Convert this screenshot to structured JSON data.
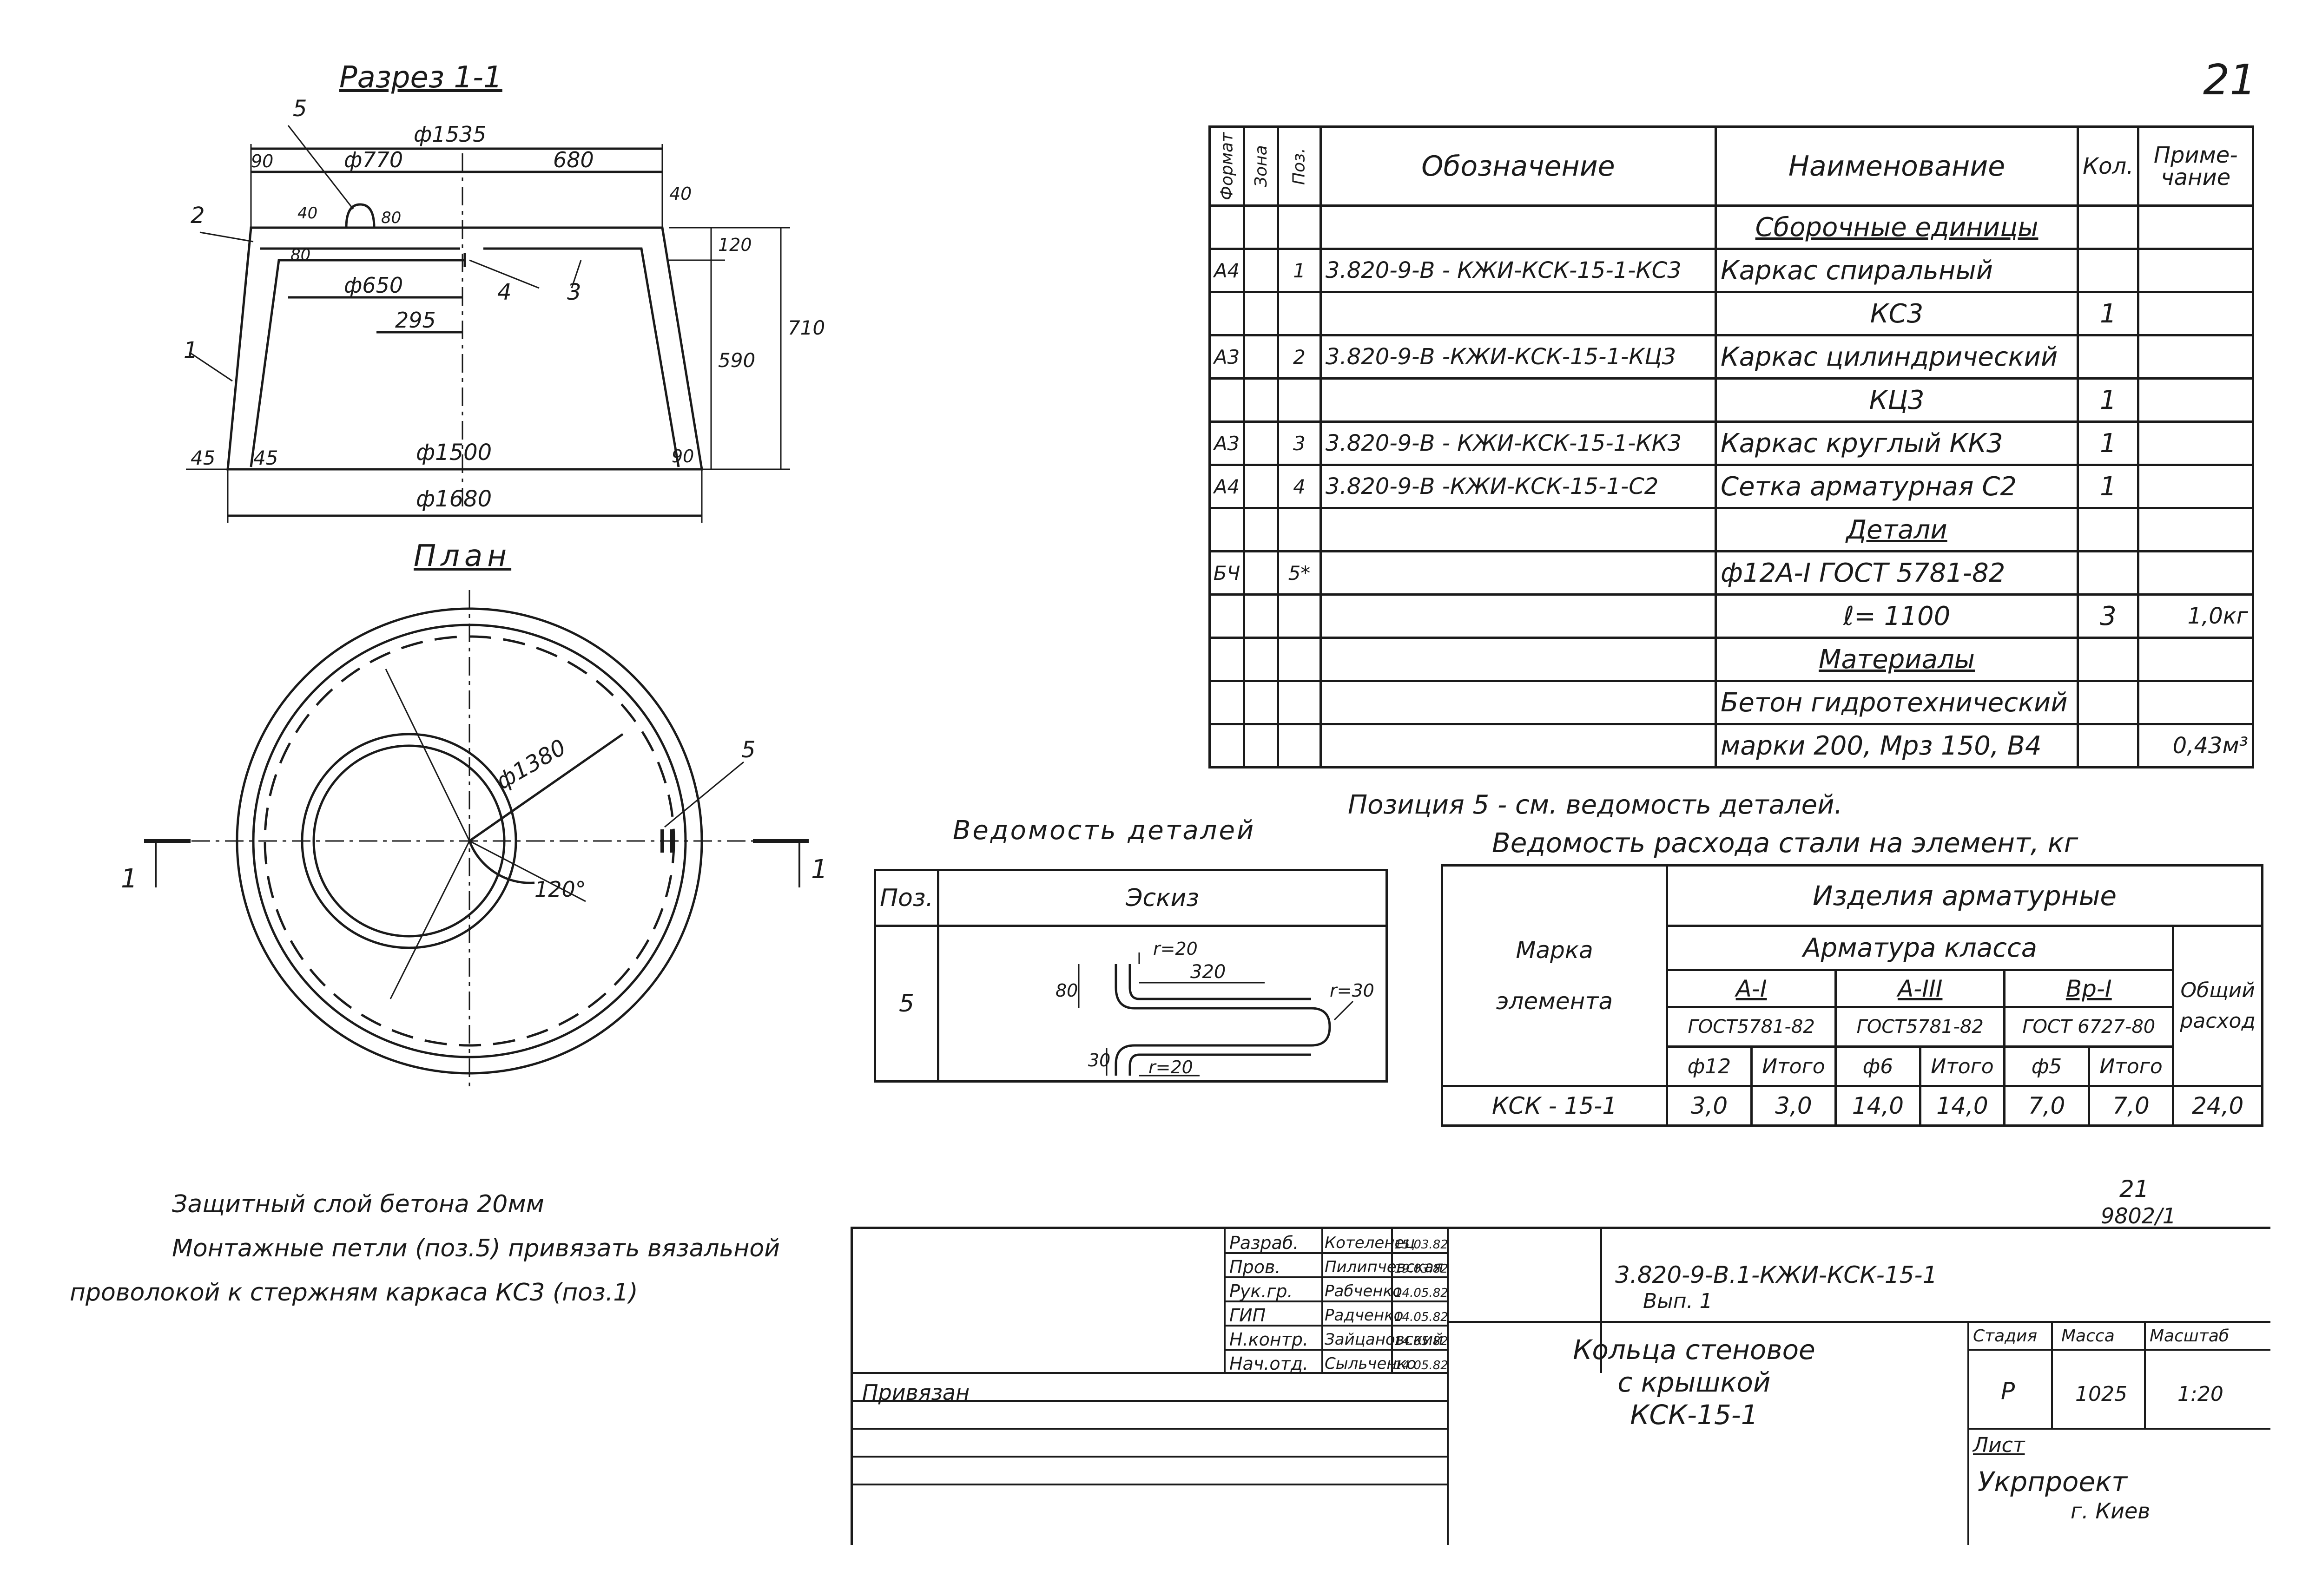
{
  "sheet_number": "21",
  "section": {
    "title": "Разрез 1-1",
    "dims": {
      "d1535": "ф1535",
      "d770": "ф770",
      "d680": "680",
      "d90a": "90",
      "d40a": "40",
      "d80a": "80",
      "d40b": "40",
      "d120": "120",
      "d80b": "80",
      "d650": "ф650",
      "d295": "295",
      "d590": "590",
      "d710": "710",
      "d45a": "45",
      "d45b": "45",
      "d1500": "ф1500",
      "d90b": "90",
      "d1680": "ф1680"
    },
    "callouts": {
      "c1": "1",
      "c2": "2",
      "c3": "3",
      "c4": "4",
      "c5": "5"
    }
  },
  "plan": {
    "title": "План",
    "d1380": "ф1380",
    "angle": "120°",
    "callout5": "5",
    "cut_left": "1",
    "cut_right": "1"
  },
  "spec": {
    "headers": [
      "Формат",
      "Зона",
      "Поз.",
      "Обозначение",
      "Наименование",
      "Кол.",
      "Приме-\nчание"
    ],
    "rows": [
      [
        "",
        "",
        "",
        "",
        "Сборочные единицы",
        "",
        ""
      ],
      [
        "А4",
        "",
        "1",
        "3.820-9-В - КЖИ-КСК-15-1-КС3",
        "Каркас спиральный",
        "",
        ""
      ],
      [
        "",
        "",
        "",
        "",
        "КС3",
        "1",
        ""
      ],
      [
        "А3",
        "",
        "2",
        "3.820-9-В -КЖИ-КСК-15-1-КЦ3",
        "Каркас цилиндрический",
        "",
        ""
      ],
      [
        "",
        "",
        "",
        "",
        "КЦ3",
        "1",
        ""
      ],
      [
        "А3",
        "",
        "3",
        "3.820-9-В - КЖИ-КСК-15-1-КК3",
        "Каркас круглый КК3",
        "1",
        ""
      ],
      [
        "А4",
        "",
        "4",
        "3.820-9-В -КЖИ-КСК-15-1-С2",
        "Сетка арматурная С2",
        "1",
        ""
      ],
      [
        "",
        "",
        "",
        "",
        "Детали",
        "",
        ""
      ],
      [
        "БЧ",
        "",
        "5*",
        "",
        "ф12А-I ГОСТ 5781-82",
        "",
        ""
      ],
      [
        "",
        "",
        "",
        "",
        "ℓ= 1100",
        "3",
        "1,0кг"
      ],
      [
        "",
        "",
        "",
        "",
        "Материалы",
        "",
        ""
      ],
      [
        "",
        "",
        "",
        "",
        "Бетон гидротехнический",
        "",
        ""
      ],
      [
        "",
        "",
        "",
        "",
        "марки 200, Мрз 150, В4",
        "",
        "0,43м³"
      ]
    ]
  },
  "position_note": "Позиция 5 - см. ведомость деталей.",
  "details": {
    "title": "Ведомость деталей",
    "h_pos": "Поз.",
    "h_sketch": "Эскиз",
    "pos": "5",
    "labels": {
      "l1": "r=20",
      "l2": "320",
      "l3": "r=30",
      "l4": "80",
      "l5": "30",
      "l6": "r=20"
    }
  },
  "steel": {
    "title": "Ведомость расхода стали на элемент, кг",
    "h_mark": "Марка\n\nэлемента",
    "h_items": "Изделия арматурные",
    "h_class": "Арматура класса",
    "h_total": "Общий\nрасход",
    "classes": [
      "А-I",
      "А-III",
      "Вр-I"
    ],
    "gosts": [
      "ГОСТ5781-82",
      "ГОСТ5781-82",
      "ГОСТ 6727-80"
    ],
    "subs": [
      "ф12",
      "Итого",
      "ф6",
      "Итого",
      "ф5",
      "Итого"
    ],
    "row": [
      "КСК - 15-1",
      "3,0",
      "3,0",
      "14,0",
      "14,0",
      "7,0",
      "7,0",
      "24,0"
    ]
  },
  "notes": [
    "Защитный слой бетона 20мм",
    "Монтажные петли (поз.5) привязать вязальной",
    "проволокой к стержням каркаса КС3 (поз.1)"
  ],
  "stamp": {
    "doc_code": "3.820-9-В.1-КЖИ-КСК-15-1",
    "vol": "Вып. 1",
    "title_lines": [
      "Кольца стеновое",
      "с крышкой",
      "КСК-15-1"
    ],
    "roles": [
      "Разраб.",
      "Пров.",
      "Рук.гр.",
      "ГИП",
      "Н.контр.",
      "Нач.отд."
    ],
    "names": [
      "Котеленец",
      "Пилипчевская",
      "Рабченко",
      "Радченко",
      "Зайцановский",
      "Сыльченко"
    ],
    "dates": [
      "15.03.82",
      "19.03.82",
      "14.05.82",
      "14.05.82",
      "14.05.82",
      "14.05.82"
    ],
    "h_stage": "Стадия",
    "h_mass": "Масса",
    "h_scale": "Масштаб",
    "stage": "Р",
    "mass": "1025",
    "scale": "1:20",
    "sheet_label": "Лист",
    "org": "Укрпроект",
    "city": "г. Киев",
    "bound": "Привязан",
    "inv": "21",
    "inv2": "9802/1"
  }
}
